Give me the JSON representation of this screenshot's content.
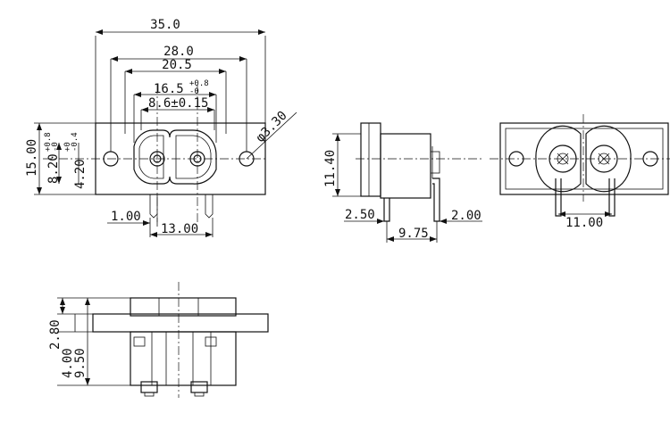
{
  "front_view": {
    "width_overall": "35.0",
    "width_mount": "28.0",
    "width_body": "20.5",
    "width_socket": "16.5",
    "width_socket_tol": "+0.8",
    "width_socket_tol_lower": "-0",
    "pin_pitch": "8.6±0.15",
    "hole_diameter": "φ3.30",
    "height_overall": "15.00",
    "height_a": "8.20",
    "height_a_tol_upper": "+0.8",
    "height_a_tol_lower": "-0",
    "height_b": "4.20",
    "height_b_tol_upper": "+0",
    "height_b_tol_lower": "-0.4",
    "pin_offset": "1.00",
    "pin_spacing": "13.00"
  },
  "side_view": {
    "height": "11.40",
    "left_pin": "2.50",
    "right_pin": "2.00",
    "pin_span": "9.75"
  },
  "rear_view": {
    "pin_spacing": "11.00"
  },
  "bottom_view": {
    "dim_a": "2.80",
    "dim_b": "4.00",
    "dim_c": "9.50"
  }
}
